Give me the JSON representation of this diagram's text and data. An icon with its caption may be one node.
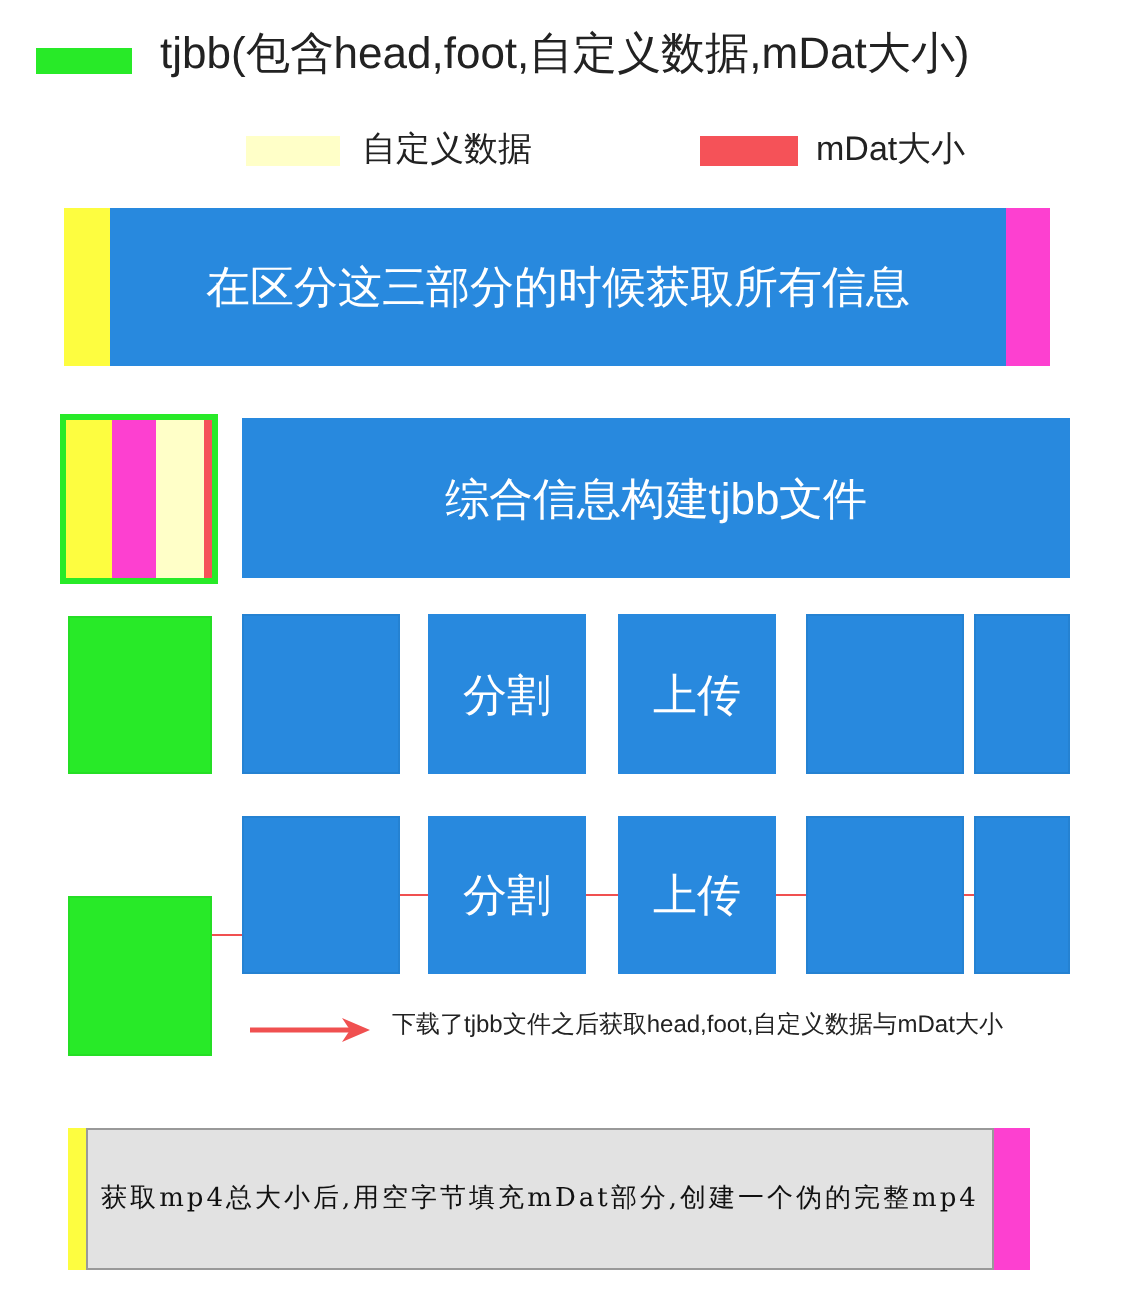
{
  "diagram": {
    "nodes": [
      {
        "text": [],
        "shape": "bar"
      },
      {
        "text": [
          "在区分这三部分的时候获取所有信息"
        ]
      },
      {
        "text": [],
        "shape": "bar"
      },
      {
        "text": [],
        "shape": "box"
      },
      {
        "text": [],
        "shape": "bar",
        "in": 3
      },
      {
        "text": [],
        "shape": "bar",
        "in": 3
      },
      {
        "text": [],
        "shape": "bar",
        "in": 3
      },
      {
        "text": [],
        "shape": "bar",
        "in": 3
      },
      {
        "text": [
          "综合信息构建tjbb文件"
        ]
      },
      {
        "text": [],
        "shape": "box"
      },
      {
        "text": [],
        "shape": "box"
      },
      {
        "text": [
          "分割"
        ]
      },
      {
        "text": [
          "上传"
        ]
      },
      {
        "text": [],
        "shape": "box"
      },
      {
        "text": [],
        "shape": "box"
      },
      {
        "text": [],
        "shape": "box"
      },
      {
        "text": [],
        "shape": "box"
      },
      {
        "text": [
          "分割"
        ]
      },
      {
        "text": [
          "上传"
        ]
      },
      {
        "text": [],
        "shape": "box"
      },
      {
        "text": [],
        "shape": "box"
      },
      {
        "text": [],
        "shape": "bar"
      },
      {
        "text": [
          "获取mp4总大小后,用空字节填充mDat部分,创建一个伪的完整mp4"
        ]
      },
      {
        "text": [],
        "shape": "bar"
      }
    ],
    "edges": [
      {
        "from": 15,
        "to": 16,
        "arrow": "none"
      },
      {
        "from": 16,
        "to": 17,
        "arrow": "none"
      },
      {
        "from": 17,
        "to": 18,
        "arrow": "none"
      },
      {
        "from": 18,
        "to": 19,
        "arrow": "none"
      },
      {
        "from": 19,
        "to": 20,
        "arrow": "none"
      }
    ],
    "legend": [
      {
        "text": "tjbb(包含head,foot,自定义数据,mDat大小)",
        "color": "#28ea28"
      },
      {
        "text": "自定义数据",
        "color": "#ffffc8"
      },
      {
        "text": "mDat大小",
        "color": "#f55258"
      },
      {
        "text": "下载了tjbb文件之后获取head,foot,自定义数据与mDat大小"
      }
    ]
  }
}
